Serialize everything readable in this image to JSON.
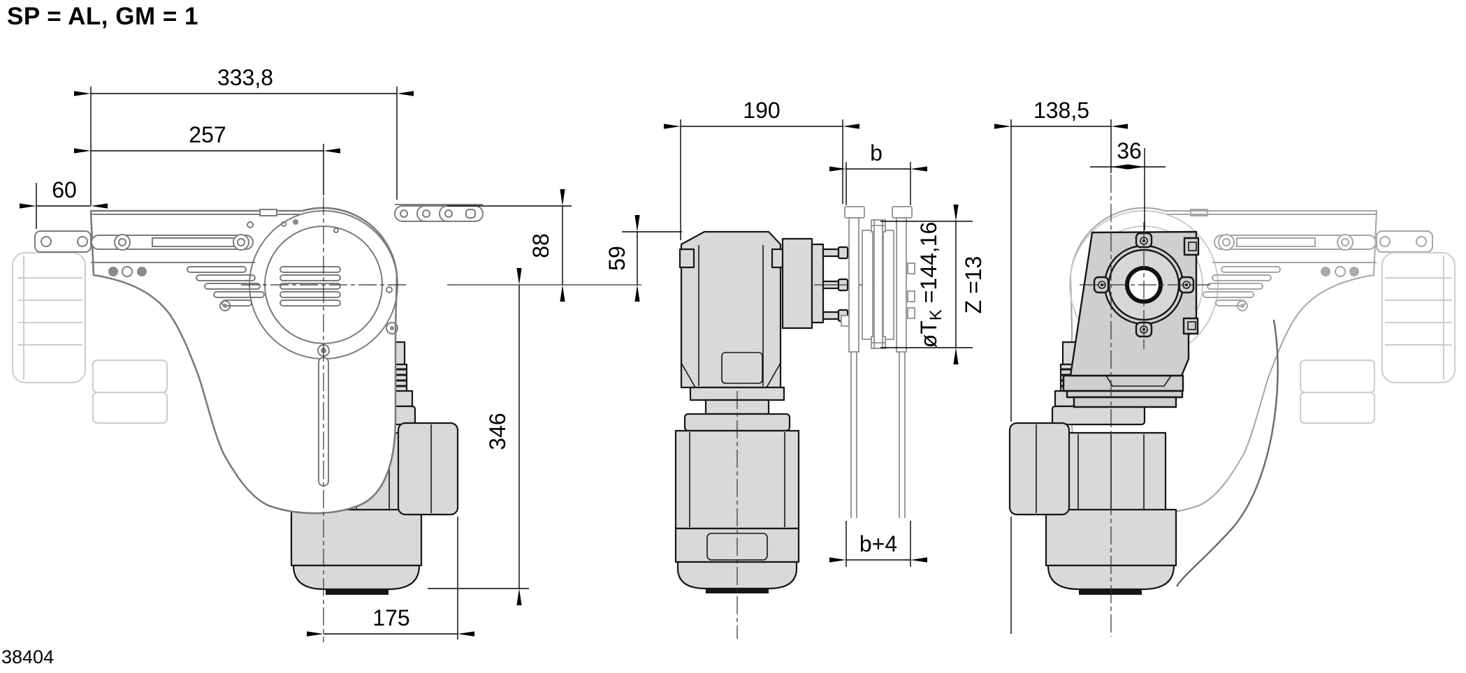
{
  "title": "SP = AL, GM = 1",
  "figure_number": "38404",
  "dims": {
    "front": {
      "overall_width": "333,8",
      "center_offset": "257",
      "bracket": "60",
      "chain_height": "88",
      "height_below_axis": "346",
      "motor_width": "175"
    },
    "side": {
      "overall_width": "190",
      "chain_width": "b",
      "axis_drop": "59",
      "pitch_prefix": "øT",
      "pitch_sub": "K",
      "pitch_value": " =144,16",
      "teeth": "Z  =13",
      "guide_gap": "b+4"
    },
    "rear": {
      "overall_width": "138,5",
      "hub_offset": "36"
    }
  }
}
